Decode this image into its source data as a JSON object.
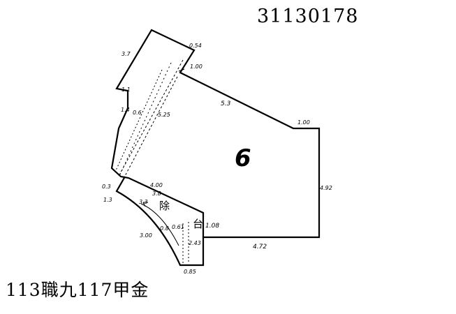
{
  "header": {
    "doc_id": "31130178"
  },
  "footer": {
    "caption": "113職九117甲金"
  },
  "parcel": {
    "number": "6"
  },
  "dimensions": {
    "d_3_7": "3.7",
    "d_0_54": "0.54",
    "d_1_00_top": "1.00",
    "d_1_1": "1.1",
    "d_5_3": "5.3",
    "d_1_00_right": "1.00",
    "d_1_4": "1.4",
    "d_0_6": "0.6",
    "d_5_25": "5.25",
    "d_4_92": "4.92",
    "d_4_00": "4.00",
    "d_3_8": "3.8",
    "d_0_3": "0.3",
    "d_1_3": "1.3",
    "d_3_3": "3.3",
    "d_1_08": "1.08",
    "d_3_00": "3.00",
    "d_0_8": "0.8",
    "d_0_61": "0.61",
    "d_2_43": "2.43",
    "d_4_72": "4.72",
    "d_0_85": "0.85"
  },
  "glyphs": {
    "g1": "除",
    "g2": "台"
  },
  "colors": {
    "ink": "#000000",
    "paper": "#ffffff"
  }
}
